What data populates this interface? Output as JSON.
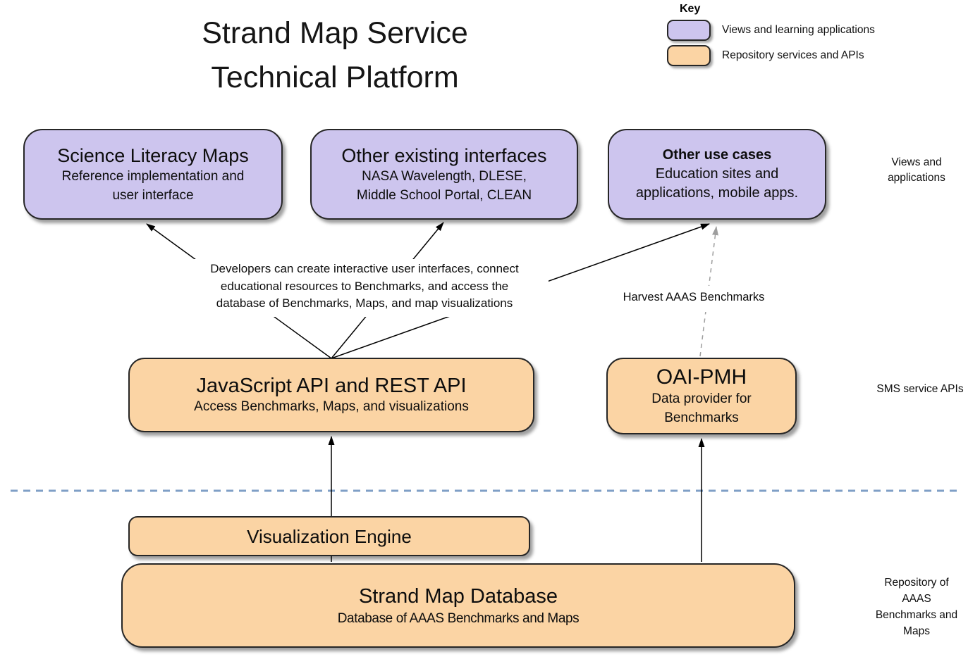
{
  "title": {
    "lines": [
      "Strand Map Service",
      "Technical Platform"
    ]
  },
  "key": {
    "heading": "Key",
    "items": [
      {
        "label": "Views and learning applications",
        "swatch": "purple",
        "color": "#cdc5ee"
      },
      {
        "label": "Repository services and APIs",
        "swatch": "orange",
        "color": "#fbd4a4"
      }
    ]
  },
  "nodes": {
    "science_literacy": {
      "title": "Science Literacy Maps",
      "subtitle_lines": [
        "Reference implementation and",
        "user interface"
      ],
      "category": "views-and-learning-applications"
    },
    "other_interfaces": {
      "title": "Other existing interfaces",
      "subtitle_lines": [
        "NASA Wavelength, DLESE,",
        "Middle School Portal, CLEAN"
      ],
      "category": "views-and-learning-applications"
    },
    "other_use_cases": {
      "title": "Other use cases",
      "subtitle_lines": [
        "Education sites and",
        "applications, mobile apps."
      ],
      "category": "views-and-learning-applications"
    },
    "js_rest_api": {
      "title": "JavaScript API and REST API",
      "subtitle_lines": [
        "Access Benchmarks, Maps, and visualizations"
      ],
      "category": "repository-services-and-apis"
    },
    "oai_pmh": {
      "title": "OAI-PMH",
      "subtitle_lines": [
        "Data provider for",
        "Benchmarks"
      ],
      "category": "repository-services-and-apis"
    },
    "visualization_engine": {
      "title": "Visualization Engine",
      "category": "repository-services-and-apis"
    },
    "strand_map_database": {
      "title": "Strand Map Database",
      "subtitle_lines": [
        "Database of AAAS Benchmarks and Maps"
      ],
      "category": "repository-services-and-apis"
    }
  },
  "annotations": {
    "developers_note_lines": [
      "Developers can create interactive user interfaces, connect",
      "educational resources to Benchmarks, and access the",
      "database of Benchmarks, Maps, and map visualizations"
    ],
    "harvest_label": "Harvest AAAS Benchmarks"
  },
  "side_labels": {
    "views_lines": [
      "Views and",
      "applications"
    ],
    "sms": "SMS service APIs",
    "repository_lines": [
      "Repository of",
      "AAAS",
      "Benchmarks and",
      "Maps"
    ]
  },
  "colors": {
    "purple_fill": "#cdc5ee",
    "orange_fill": "#fbd4a4",
    "node_border": "#262626",
    "arrow": "#000000",
    "dashed_arrow": "#9e9e9e",
    "dashed_separator": "#7f9fc6",
    "background": "#ffffff"
  }
}
